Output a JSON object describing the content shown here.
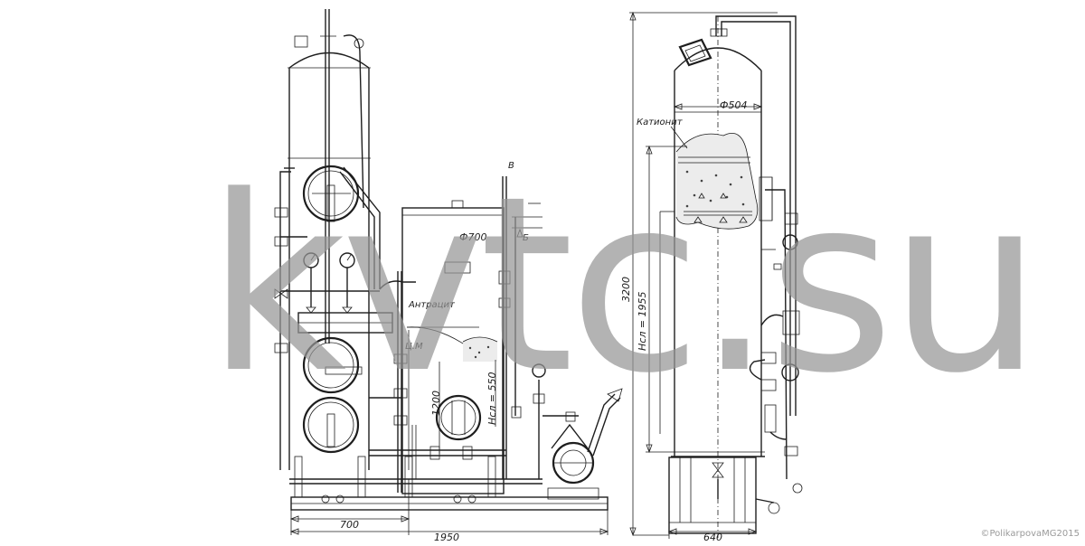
{
  "left_drawing": {
    "labels": {
      "diameter_large": "Ф700",
      "media": "Антрацит",
      "valve_mark": "Ц.М",
      "height_inner": "1200",
      "layer_height": "Нсл = 550",
      "mark_b_top": "В",
      "mark_b_mid": "Б"
    },
    "dimensions": {
      "width_partial": "700",
      "width_total": "1950"
    }
  },
  "right_drawing": {
    "labels": {
      "diameter_small": "Ф504",
      "media": "Катионит",
      "height_total": "3200",
      "layer_height": "Нсл = 1955"
    },
    "dimensions": {
      "base_width": "640"
    }
  },
  "overlay": {
    "watermark": "kvtc.su",
    "copyright": "©PolikarpovaMG2015"
  }
}
